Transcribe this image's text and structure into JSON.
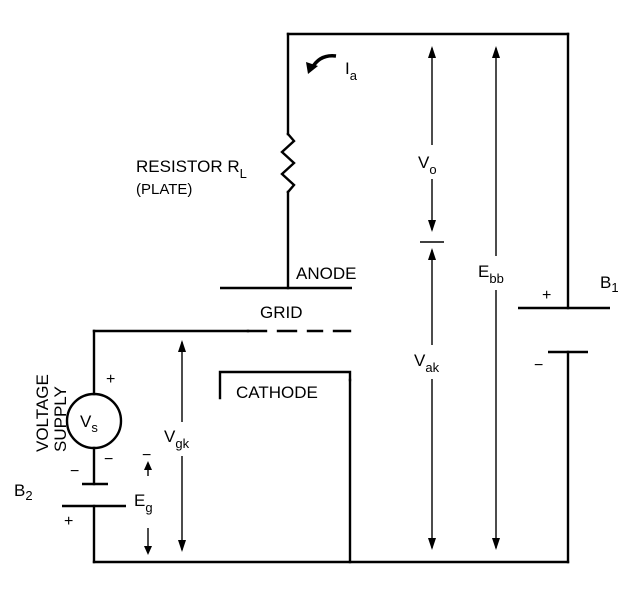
{
  "labels": {
    "resistor": "RESISTOR R",
    "resistor_sub": "L",
    "plate": "(PLATE)",
    "anode": "ANODE",
    "grid": "GRID",
    "cathode": "CATHODE",
    "voltage": "VOLTAGE",
    "supply": "SUPPLY",
    "vs": "V",
    "vs_sub": "s",
    "ia": "I",
    "ia_sub": "a",
    "vo": "V",
    "vo_sub": "o",
    "vak": "V",
    "vak_sub": "ak",
    "vgk": "V",
    "vgk_sub": "gk",
    "ebb": "E",
    "ebb_sub": "bb",
    "eg": "E",
    "eg_sub": "g",
    "b1": "B",
    "b1_sub": "1",
    "b2": "B",
    "b2_sub": "2"
  },
  "signs": {
    "b1_plus": "+",
    "b1_minus": "−",
    "vs_plus": "+",
    "vs_minus": "−",
    "b2_minus": "−",
    "b2_plus": "+",
    "tick_bar": "−"
  }
}
